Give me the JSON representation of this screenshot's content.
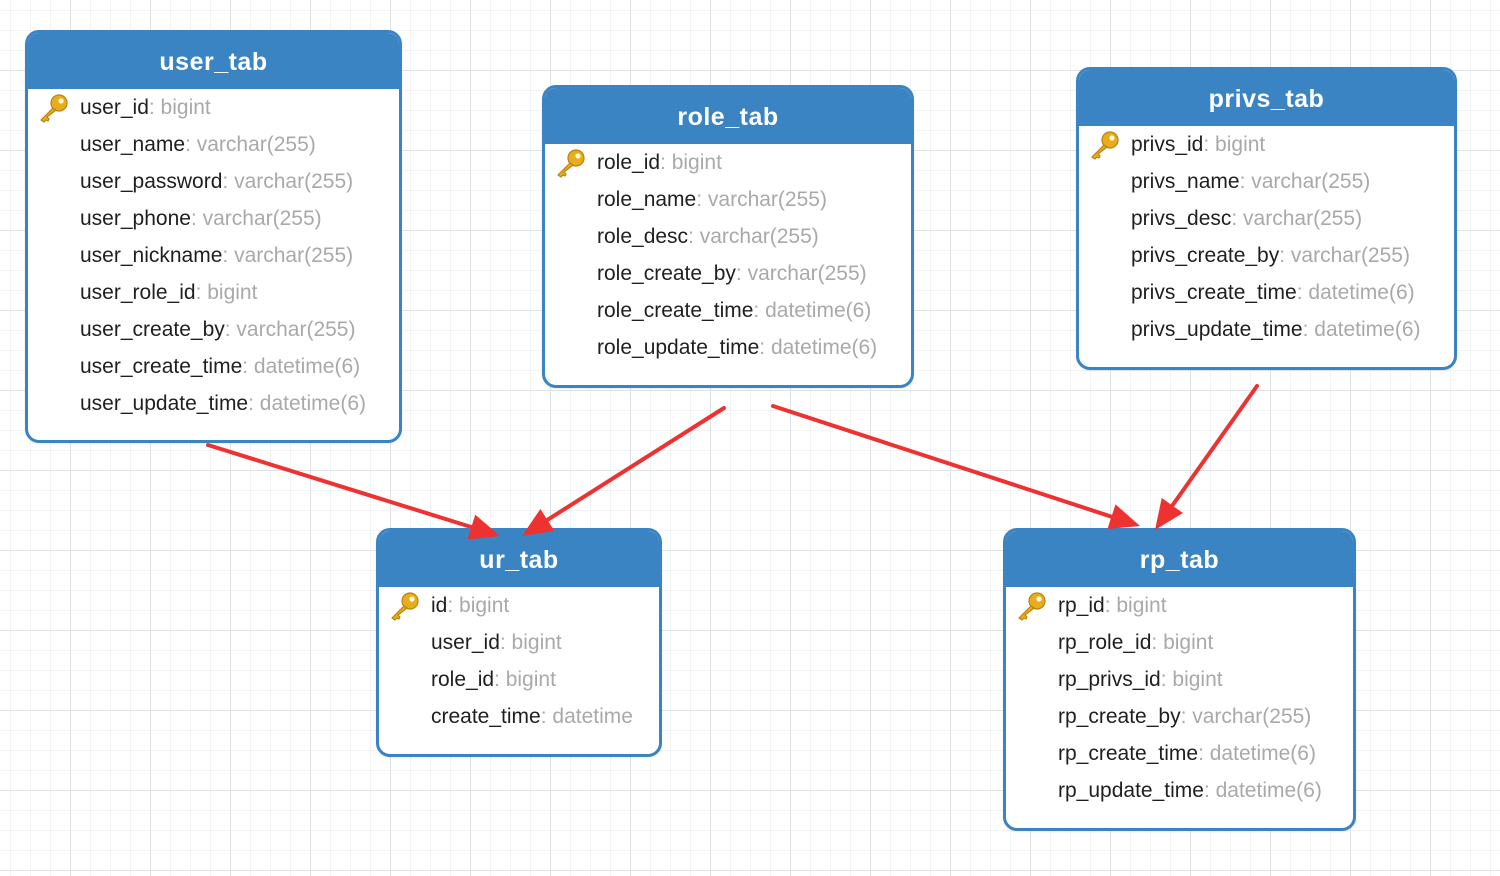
{
  "tables": [
    {
      "id": "user_tab",
      "name": "user_tab",
      "fields": [
        {
          "name": "user_id",
          "type": ": bigint",
          "primary": true
        },
        {
          "name": "user_name",
          "type": ": varchar(255)"
        },
        {
          "name": "user_password",
          "type": ": varchar(255)"
        },
        {
          "name": "user_phone",
          "type": ": varchar(255)"
        },
        {
          "name": "user_nickname",
          "type": ": varchar(255)"
        },
        {
          "name": "user_role_id",
          "type": ": bigint"
        },
        {
          "name": "user_create_by",
          "type": ": varchar(255)"
        },
        {
          "name": "user_create_time",
          "type": ": datetime(6)"
        },
        {
          "name": "user_update_time",
          "type": ": datetime(6)"
        }
      ]
    },
    {
      "id": "role_tab",
      "name": "role_tab",
      "fields": [
        {
          "name": "role_id",
          "type": ": bigint",
          "primary": true
        },
        {
          "name": "role_name",
          "type": ": varchar(255)"
        },
        {
          "name": "role_desc",
          "type": ": varchar(255)"
        },
        {
          "name": "role_create_by",
          "type": ": varchar(255)"
        },
        {
          "name": "role_create_time",
          "type": ": datetime(6)"
        },
        {
          "name": "role_update_time",
          "type": ": datetime(6)"
        }
      ]
    },
    {
      "id": "privs_tab",
      "name": "privs_tab",
      "fields": [
        {
          "name": "privs_id",
          "type": ": bigint",
          "primary": true
        },
        {
          "name": "privs_name",
          "type": ": varchar(255)"
        },
        {
          "name": "privs_desc",
          "type": ": varchar(255)"
        },
        {
          "name": "privs_create_by",
          "type": ": varchar(255)"
        },
        {
          "name": "privs_create_time",
          "type": ": datetime(6)"
        },
        {
          "name": "privs_update_time",
          "type": ": datetime(6)"
        }
      ]
    },
    {
      "id": "ur_tab",
      "name": "ur_tab",
      "fields": [
        {
          "name": "id",
          "type": ": bigint",
          "primary": true
        },
        {
          "name": "user_id",
          "type": ": bigint"
        },
        {
          "name": "role_id",
          "type": ": bigint"
        },
        {
          "name": "create_time",
          "type": ": datetime"
        }
      ]
    },
    {
      "id": "rp_tab",
      "name": "rp_tab",
      "fields": [
        {
          "name": "rp_id",
          "type": ": bigint",
          "primary": true
        },
        {
          "name": "rp_role_id",
          "type": ": bigint"
        },
        {
          "name": "rp_privs_id",
          "type": ": bigint"
        },
        {
          "name": "rp_create_by",
          "type": ": varchar(255)"
        },
        {
          "name": "rp_create_time",
          "type": ": datetime(6)"
        },
        {
          "name": "rp_update_time",
          "type": ": datetime(6)"
        }
      ]
    }
  ],
  "relations": [
    {
      "from": "user_tab",
      "to": "ur_tab"
    },
    {
      "from": "role_tab",
      "to": "ur_tab"
    },
    {
      "from": "role_tab",
      "to": "rp_tab"
    },
    {
      "from": "privs_tab",
      "to": "rp_tab"
    }
  ],
  "icons": {
    "primary_key": "key-icon"
  },
  "colors": {
    "table_header": "#3a84c4",
    "table_border": "#3a84c4",
    "field_type": "#a9a9a9",
    "key": "#e8ad1c",
    "arrow": "#ee3131"
  }
}
